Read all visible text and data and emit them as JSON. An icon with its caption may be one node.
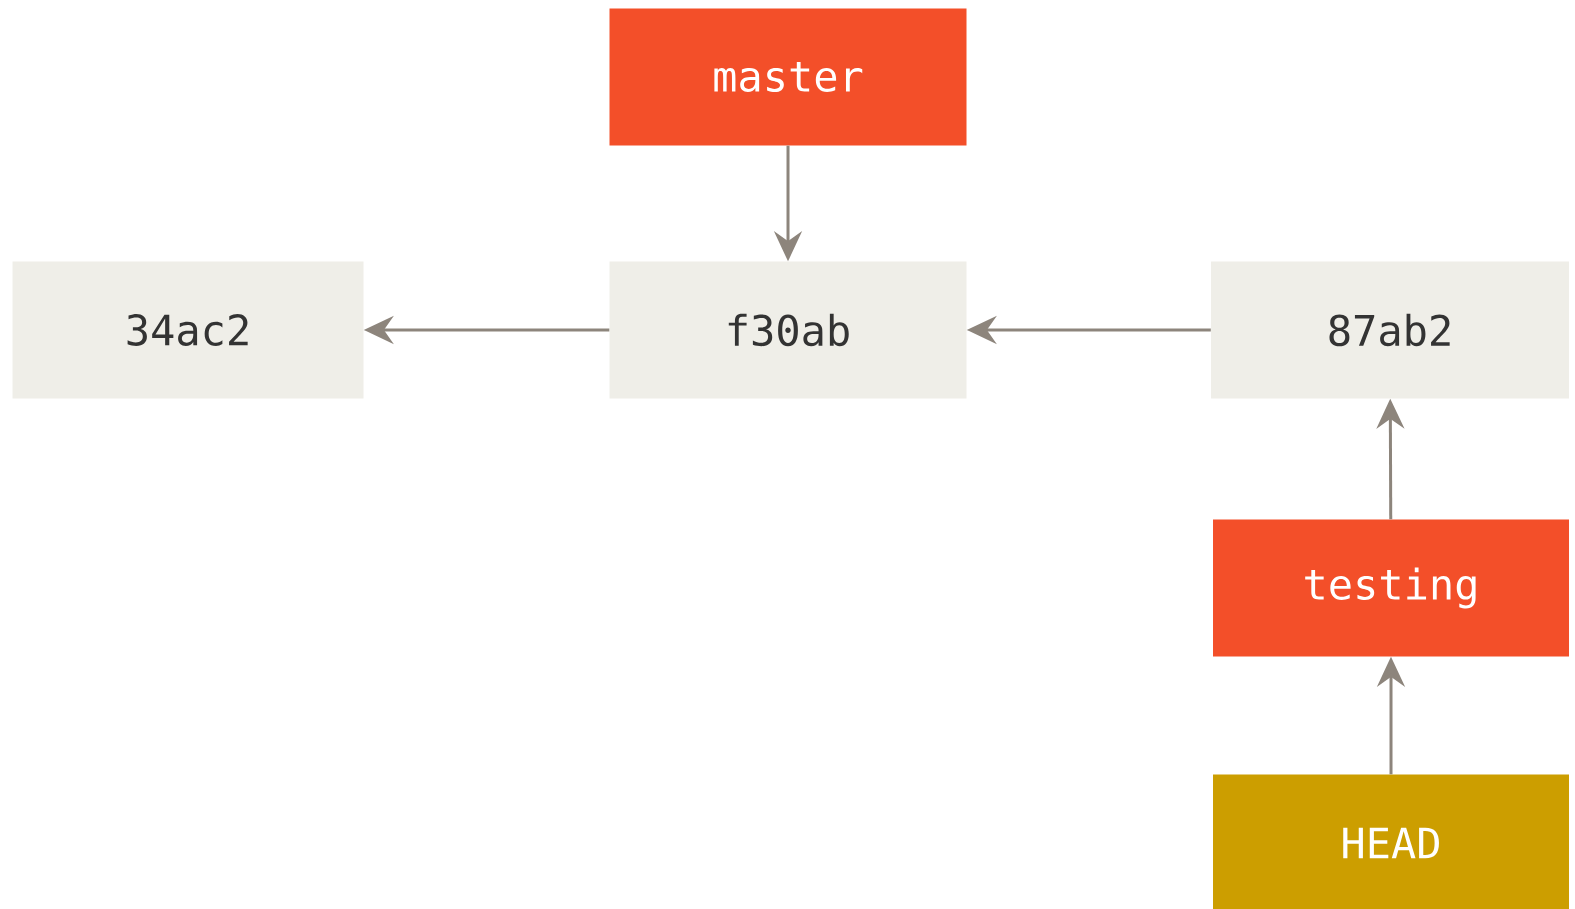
{
  "diagram": {
    "nodes": [
      {
        "text": [
          "master"
        ]
      },
      {
        "text": [
          "34ac2"
        ]
      },
      {
        "text": [
          "f30ab"
        ]
      },
      {
        "text": [
          "87ab2"
        ]
      },
      {
        "text": [
          "testing"
        ]
      },
      {
        "text": [
          "HEAD"
        ]
      }
    ],
    "edges": [
      {
        "from": 0,
        "to": 2,
        "arrow": "to"
      },
      {
        "from": 2,
        "to": 1,
        "arrow": "to"
      },
      {
        "from": 3,
        "to": 2,
        "arrow": "to"
      },
      {
        "from": 4,
        "to": 3,
        "arrow": "to"
      },
      {
        "from": 5,
        "to": 4,
        "arrow": "to"
      }
    ]
  }
}
